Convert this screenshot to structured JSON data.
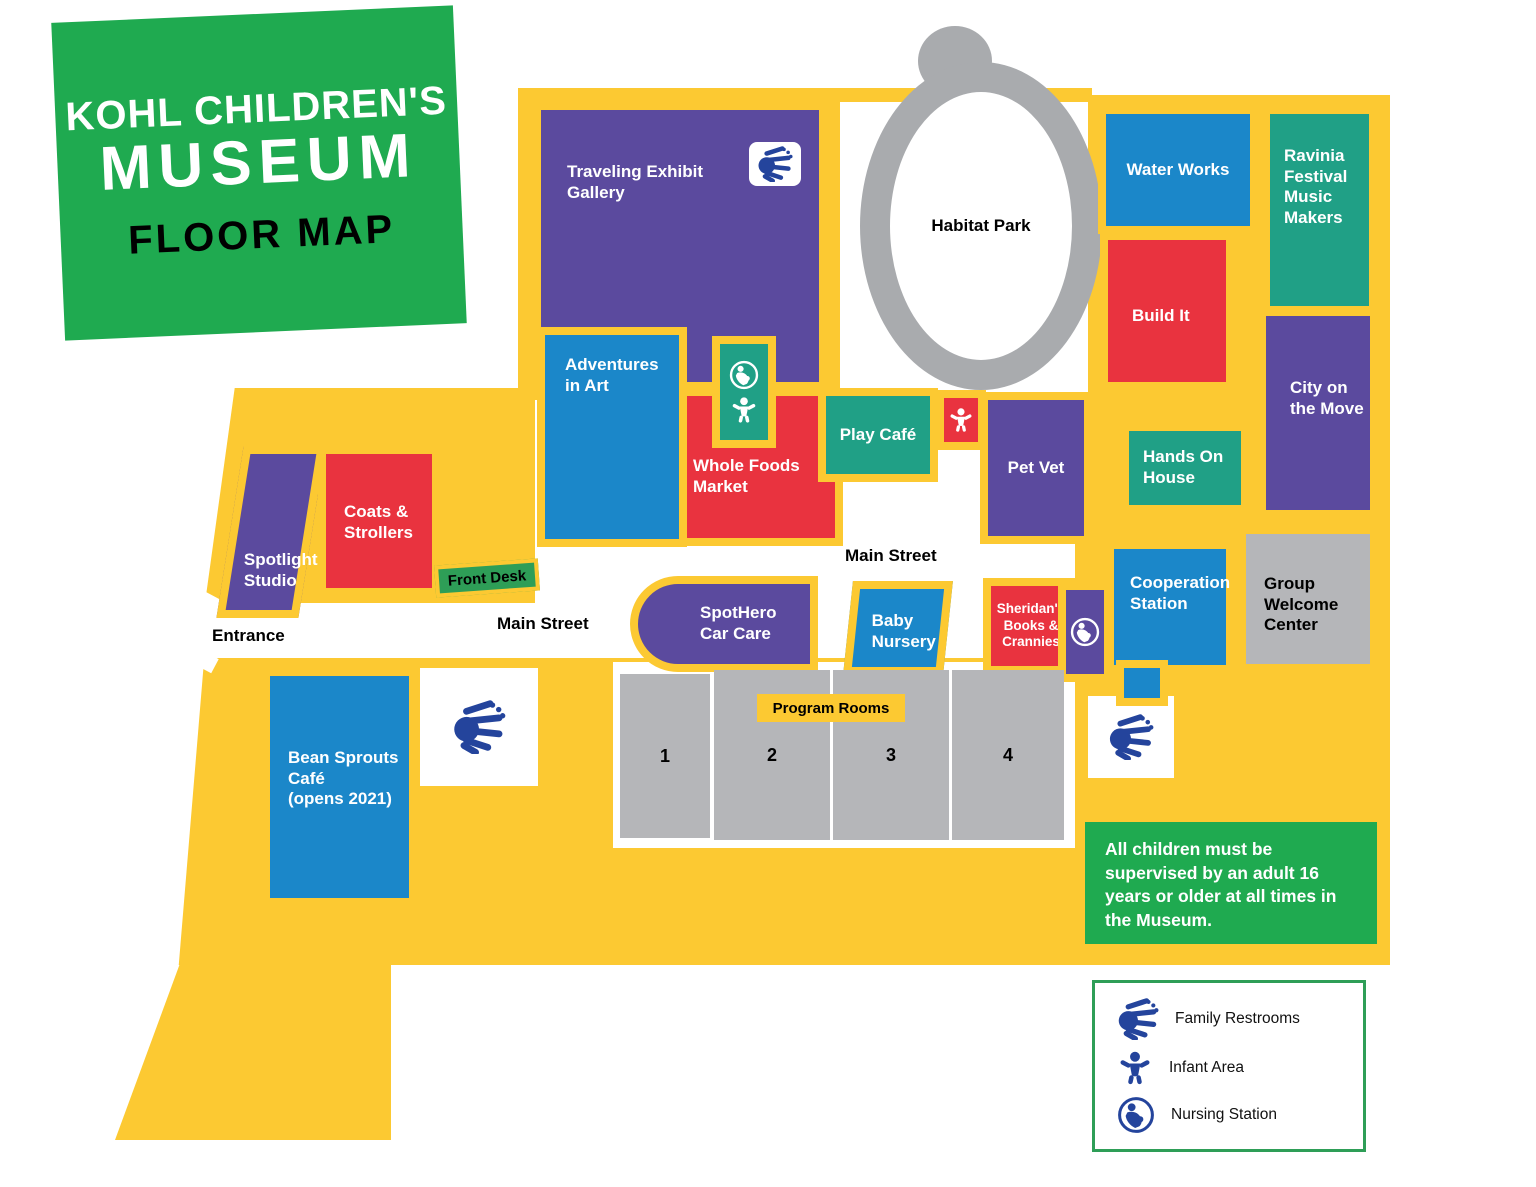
{
  "logo": {
    "title_line1": "KOHL CHILDREN'S",
    "title_line2": "MUSEUM",
    "subtitle": "FLOOR MAP"
  },
  "rooms": {
    "traveling_exhibit": "Traveling Exhibit Gallery",
    "habitat_park": "Habitat Park",
    "water_works": "Water Works",
    "ravinia": "Ravinia Festival Music Makers",
    "build_it": "Build It",
    "city_on_the_move": "City on the Move",
    "adventures_in_art": "Adventures in Art",
    "whole_foods": "Whole Foods Market",
    "play_cafe": "Play Café",
    "pet_vet": "Pet Vet",
    "hands_on_house": "Hands On House",
    "spotlight_studio": "Spotlight Studio",
    "coats_strollers": "Coats & Strollers",
    "front_desk": "Front Desk",
    "spothero": "SpotHero Car Care",
    "baby_nursery": "Baby Nursery",
    "sheridans": "Sheridan's Books & Crannies",
    "cooperation_station": "Cooperation Station",
    "group_welcome": "Group Welcome Center",
    "bean_sprouts_name": "Bean Sprouts Café",
    "bean_sprouts_note": "(opens 2021)"
  },
  "labels": {
    "main_street_upper": "Main Street",
    "main_street_lower": "Main Street",
    "entrance": "Entrance"
  },
  "program_rooms": {
    "title": "Program Rooms",
    "numbers": [
      "1",
      "2",
      "3",
      "4"
    ]
  },
  "notice": "All children must be supervised by an adult 16 years or older at all times in the Museum.",
  "legend": {
    "items": [
      {
        "icon": "family-restrooms-icon",
        "label": "Family Restrooms"
      },
      {
        "icon": "infant-area-icon",
        "label": "Infant Area"
      },
      {
        "icon": "nursing-station-icon",
        "label": "Nursing Station"
      }
    ]
  },
  "colors": {
    "yellow": "#fcc932",
    "green": "#1faa50",
    "green_dark": "#2e9e57",
    "purple": "#5b4a9e",
    "blue": "#1b87c9",
    "red": "#e9333f",
    "teal": "#20a086",
    "gray": "#b5b6b9",
    "ringgray": "#a9abae",
    "iconblue": "#24449c"
  }
}
